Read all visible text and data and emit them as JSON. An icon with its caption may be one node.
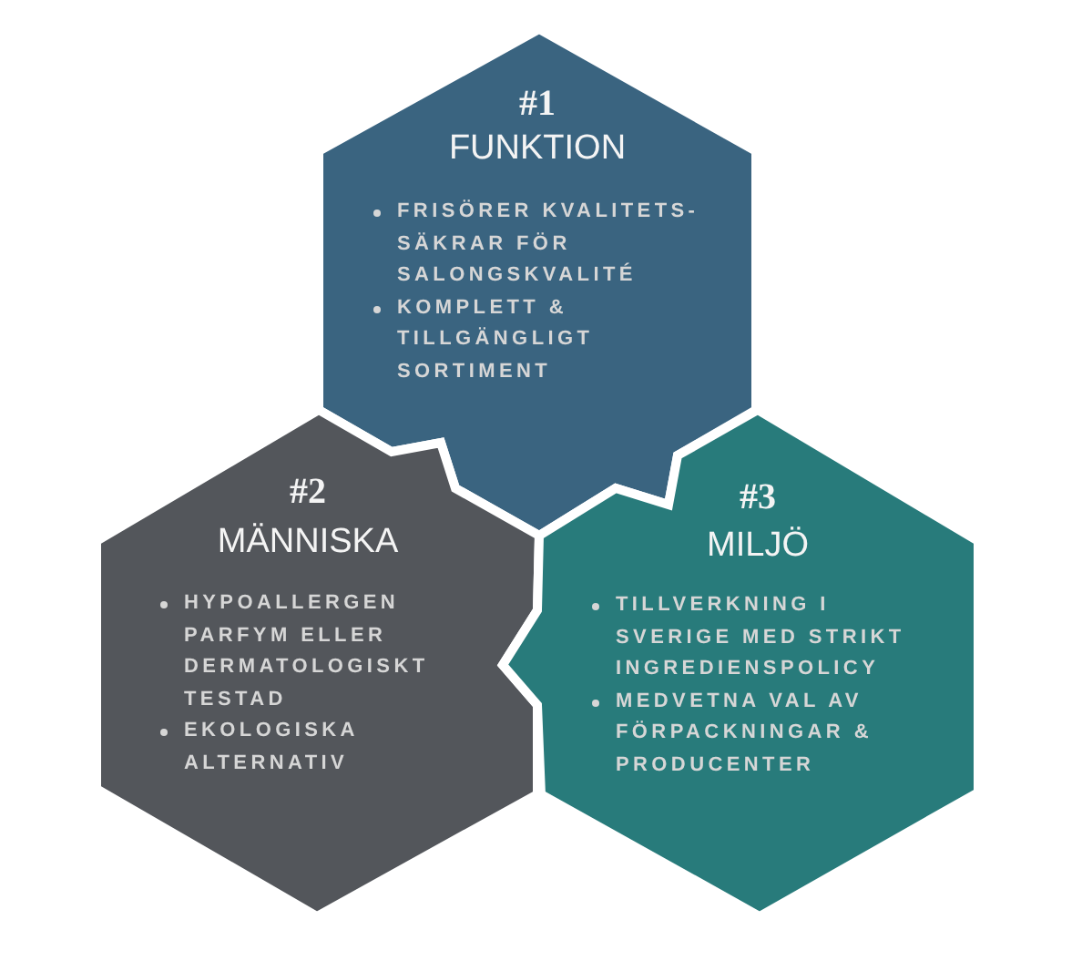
{
  "diagram": {
    "nodes": [
      {
        "text": [
          "#1",
          "FUNKTION",
          "FRISÖRER KVALITETS-SÄKRAR FÖR SALONGSKVALITÉ",
          "KOMPLETT & TILLGÄNGLIGT SORTIMENT"
        ]
      },
      {
        "text": [
          "#2",
          "MÄNNISKA",
          "HYPOALLERGEN PARFYM ELLER DERMATOLOGISKT TESTAD",
          "EKOLOGISKA ALTERNATIV"
        ]
      },
      {
        "text": [
          "#3",
          "MILJÖ",
          "TILLVERKNING I SVERIGE MED STRIKT INGREDIENSPOLICY",
          "MEDVETNA VAL AV FÖRPACKNINGAR & PRODUCENTER"
        ]
      }
    ]
  }
}
